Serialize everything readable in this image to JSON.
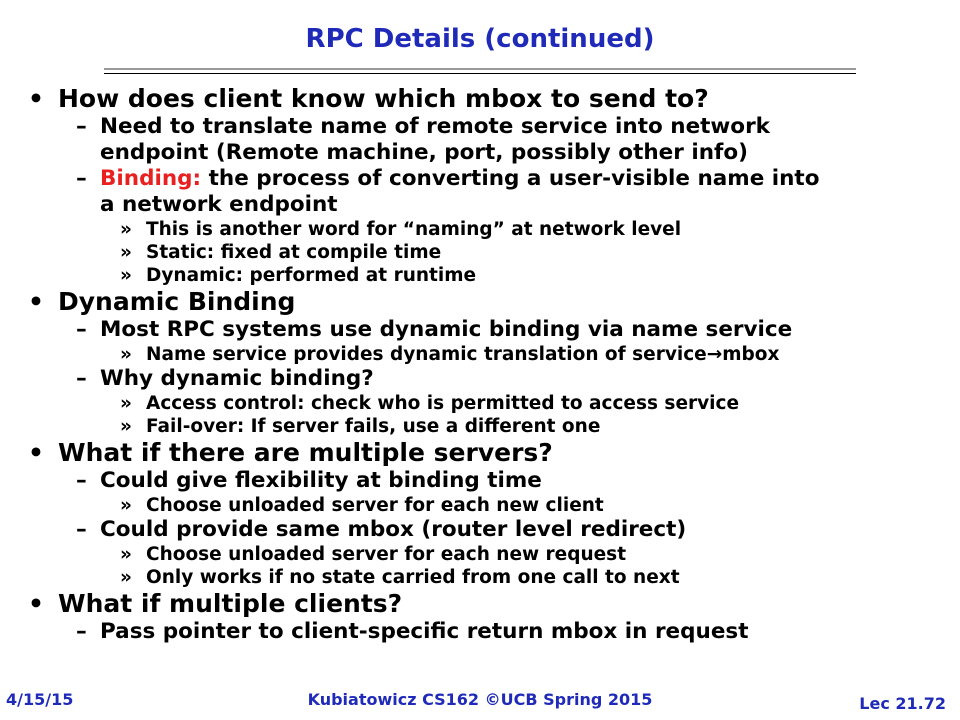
{
  "slide": {
    "title": "RPC Details (continued)",
    "footer_date": "4/15/15",
    "footer_center": "Kubiatowicz CS162 ©UCB Spring 2015",
    "footer_page": "Lec 21.72"
  },
  "bullets": {
    "b1": "How does client know which mbox to send to?",
    "b1_s1": "Need to translate name of remote service into network endpoint (Remote machine, port, possibly other info)",
    "b1_s2_term": "Binding:",
    "b1_s2_rest": " the process of converting a user-visible name into a network endpoint",
    "b1_s2_a": "This is another word for “naming” at network level",
    "b1_s2_b": "Static: fixed at compile time",
    "b1_s2_c": "Dynamic: performed at runtime",
    "b2": "Dynamic Binding",
    "b2_s1": "Most RPC systems use dynamic binding via name service",
    "b2_s1_a_pre": "Name service provides dynamic translation of service",
    "b2_s1_a_arrow": "→",
    "b2_s1_a_post": "mbox",
    "b2_s2": "Why dynamic binding?",
    "b2_s2_a": "Access control: check who is permitted to access service",
    "b2_s2_b": "Fail-over: If server fails, use a different one",
    "b3": "What if there are multiple servers?",
    "b3_s1": "Could give flexibility at binding time",
    "b3_s1_a": "Choose unloaded server for each new client",
    "b3_s2": "Could provide same mbox (router level redirect)",
    "b3_s2_a": "Choose unloaded server for each new request",
    "b3_s2_b": "Only works if no state carried from one call to next",
    "b4": "What if multiple clients?",
    "b4_s1": "Pass pointer to client-specific return mbox in request"
  },
  "markers": {
    "l1": "•",
    "l2": "–",
    "l3": "»"
  }
}
